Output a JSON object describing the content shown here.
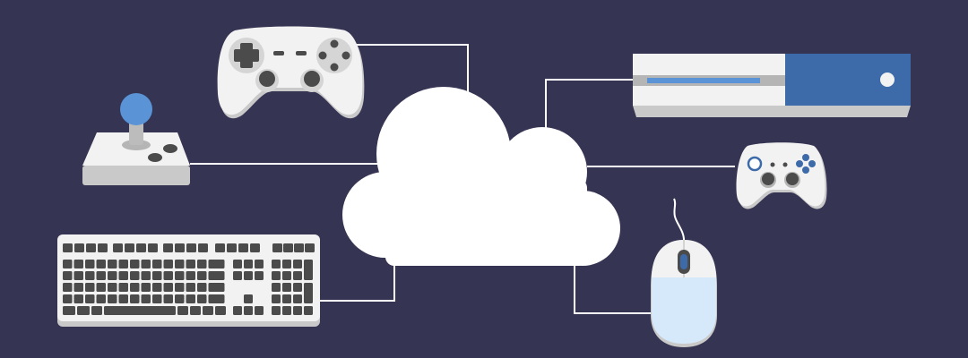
{
  "colors": {
    "background": "#363453",
    "line": "#ffffff",
    "device_white": "#f2f2f2",
    "device_shade": "#c9c9c9",
    "key_dark": "#4b4b4b",
    "accent_blue": "#3d6aa8",
    "accent_light_blue": "#5a93d6",
    "mouse_blue": "#d6e9fb"
  },
  "illustration": {
    "center": "cloud",
    "devices": [
      "gamepad-ps",
      "arcade-joystick",
      "keyboard",
      "console",
      "gamepad-xbox",
      "mouse"
    ]
  }
}
